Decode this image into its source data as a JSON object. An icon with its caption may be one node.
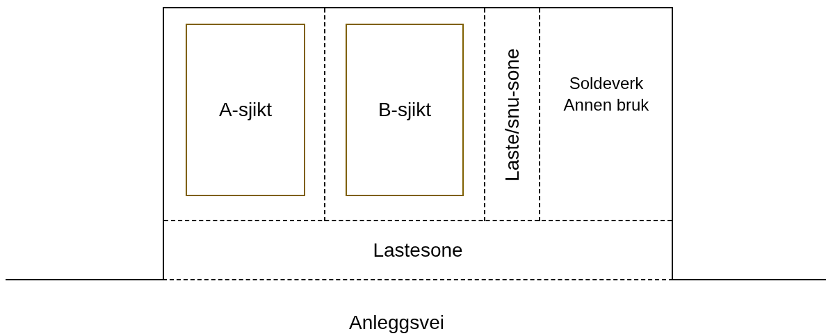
{
  "diagram": {
    "nodes": [
      {
        "text": [],
        "shape": "box"
      },
      {
        "text": [
          "A-sjikt"
        ],
        "in": 0
      },
      {
        "text": [
          "B-sjikt"
        ],
        "in": 0
      },
      {
        "text": [
          "Laste/snu-sone"
        ],
        "in": 0
      },
      {
        "text": [
          "Soldeverk",
          "Annen bruk"
        ],
        "in": 0
      },
      {
        "text": [
          "Lastesone"
        ],
        "in": 0
      }
    ],
    "labels": [
      "Anleggsvei"
    ]
  }
}
